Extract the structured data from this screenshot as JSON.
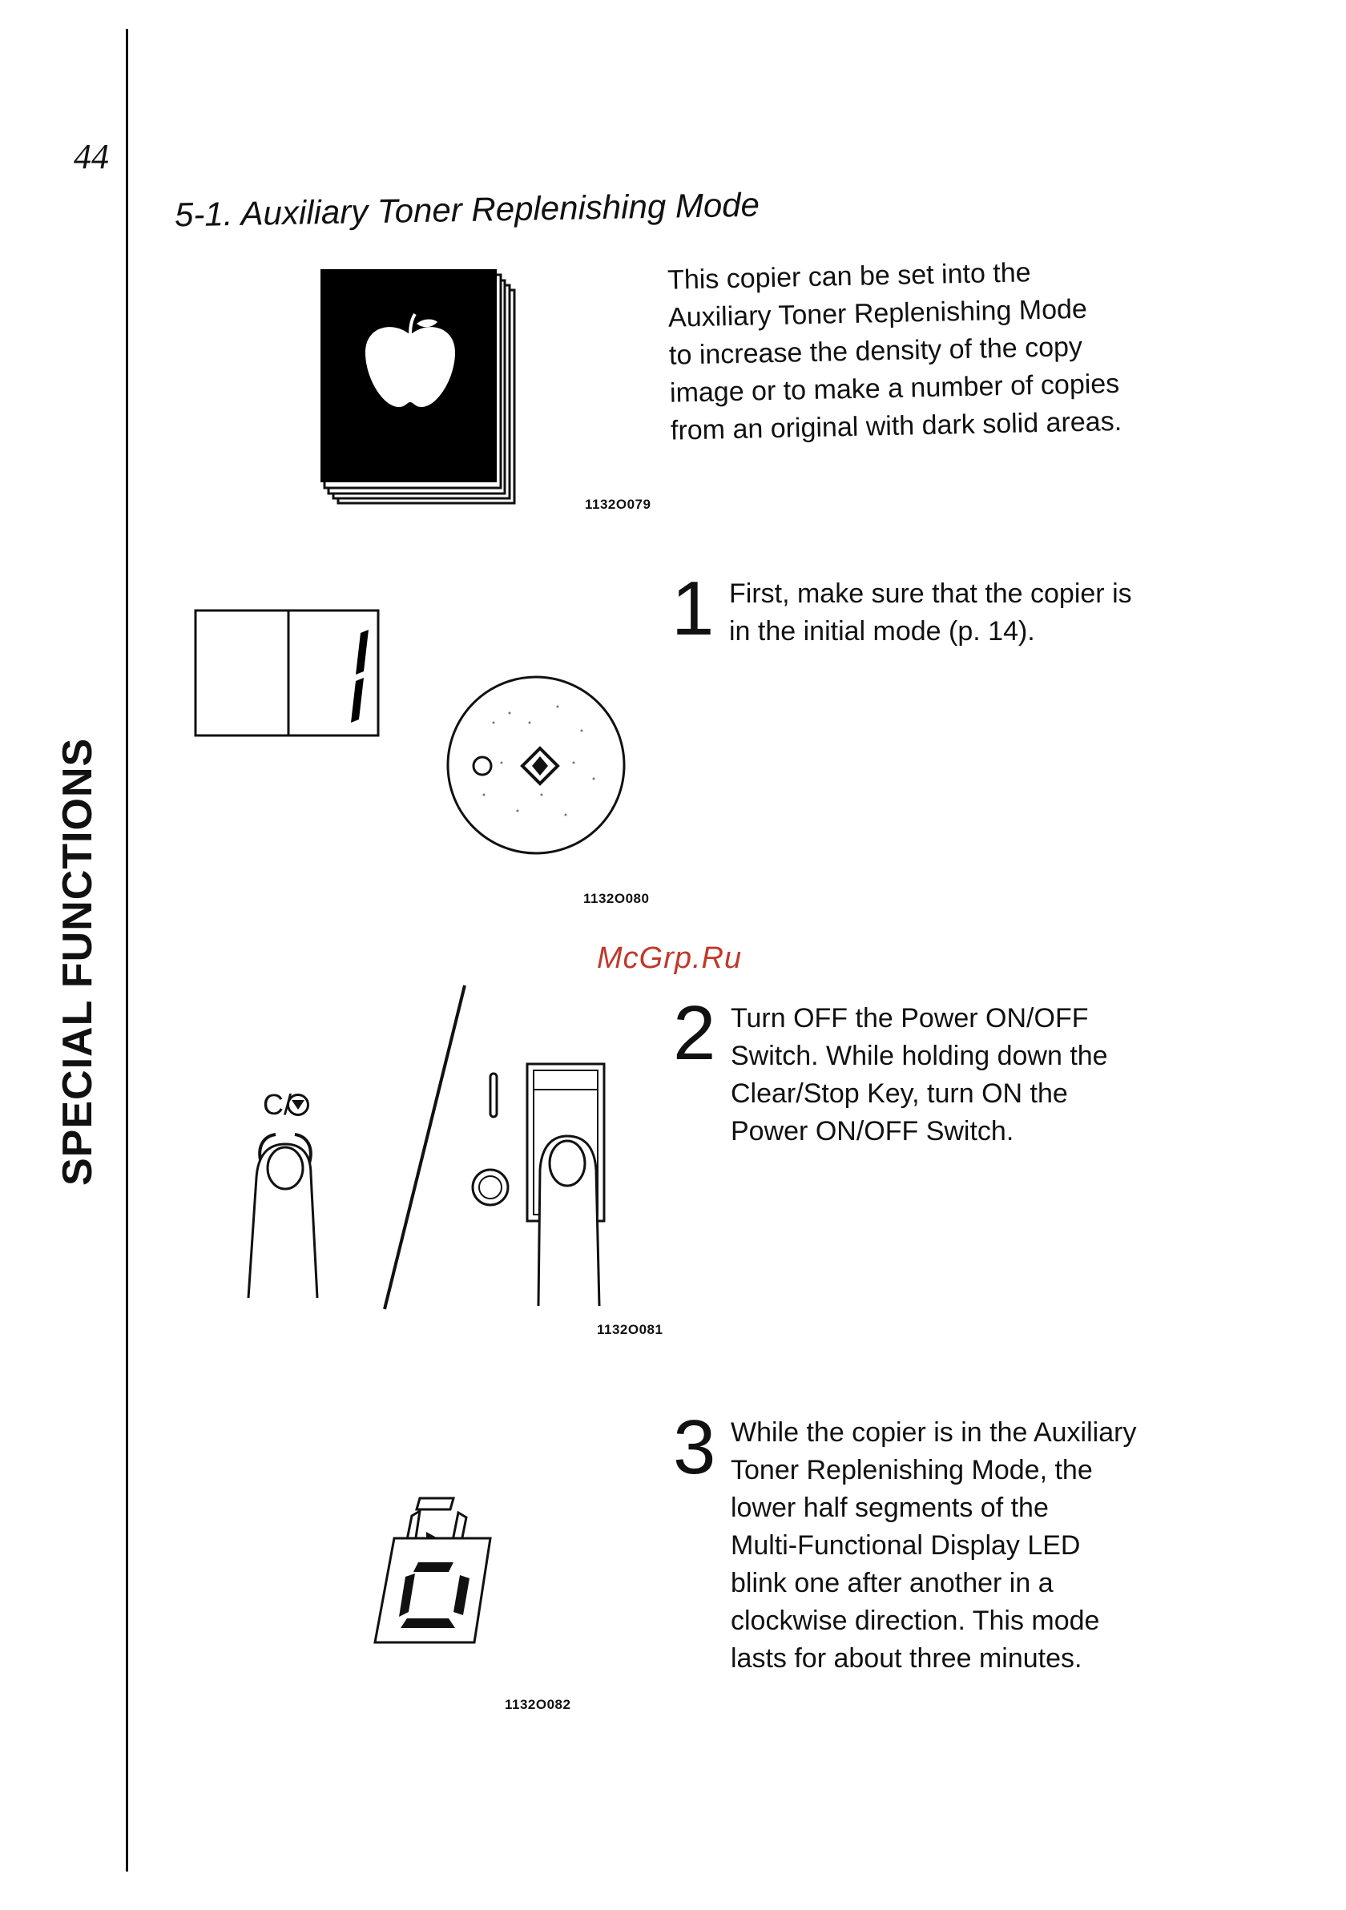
{
  "page_number": "44",
  "section_tab": "SPECIAL FUNCTIONS",
  "section_title": "5-1.  Auxiliary Toner Replenishing Mode",
  "intro_text": "This copier can be set into the\nAuxiliary Toner Replenishing Mode\nto increase the density of the copy\nimage or to make a number of copies\nfrom an original with dark solid areas.",
  "figures": {
    "fig1": "1132O079",
    "fig2": "1132O080",
    "fig3": "1132O081",
    "fig4": "1132O082"
  },
  "clear_stop_label": "C/",
  "steps": [
    {
      "number": "1",
      "text": "First, make sure that the copier is\nin the initial mode (p. 14)."
    },
    {
      "number": "2",
      "text": "Turn OFF the Power ON/OFF\nSwitch. While holding down the\nClear/Stop Key, turn ON the\nPower ON/OFF Switch."
    },
    {
      "number": "3",
      "text": "While the copier is in the Auxiliary\nToner Replenishing Mode, the\nlower half segments of the\nMulti-Functional Display LED\nblink one after another in a\nclockwise direction. This mode\nlasts for about three minutes."
    }
  ],
  "watermark": "McGrp.Ru"
}
